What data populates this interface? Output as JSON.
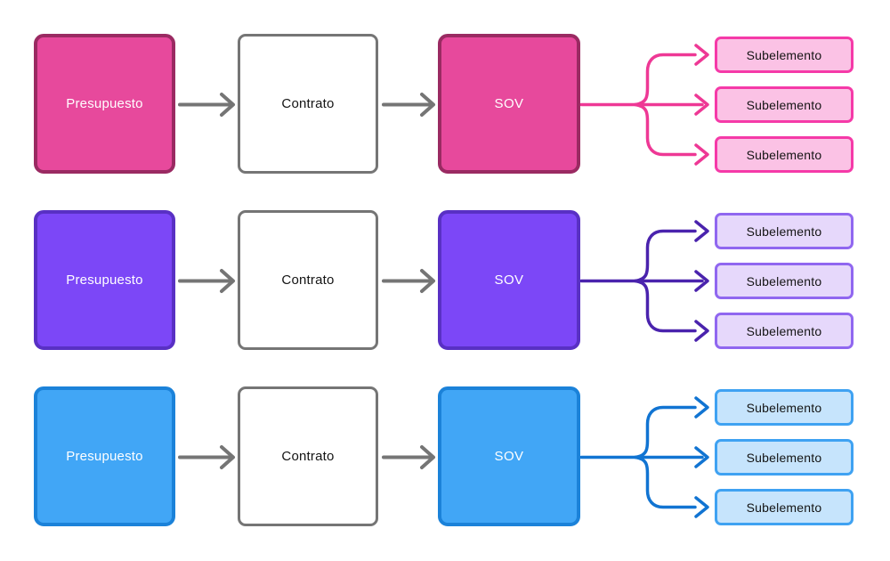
{
  "page": {
    "background": "#ffffff",
    "arrow_color": "#757575",
    "contrato_border_color": "#757575"
  },
  "diagram": {
    "rows": [
      {
        "id": "pink",
        "main_label": "Presupuesto",
        "contract_label": "Contrato",
        "sov_label": "SOV",
        "sub_labels": [
          "Subelemento",
          "Subelemento",
          "Subelemento"
        ],
        "colors": {
          "main_fill": "#E7499C",
          "main_border": "#9A2A62",
          "connector": "#EE3895",
          "sub_fill": "#FBC2E5",
          "sub_border": "#F53AA8"
        }
      },
      {
        "id": "purple",
        "main_label": "Presupuesto",
        "contract_label": "Contrato",
        "sov_label": "SOV",
        "sub_labels": [
          "Subelemento",
          "Subelemento",
          "Subelemento"
        ],
        "colors": {
          "main_fill": "#7C47F7",
          "main_border": "#5930C4",
          "connector": "#4A23AD",
          "sub_fill": "#E6D8FB",
          "sub_border": "#9067F0"
        }
      },
      {
        "id": "blue",
        "main_label": "Presupuesto",
        "contract_label": "Contrato",
        "sov_label": "SOV",
        "sub_labels": [
          "Subelemento",
          "Subelemento",
          "Subelemento"
        ],
        "colors": {
          "main_fill": "#41A6F6",
          "main_border": "#1B82D9",
          "connector": "#1174D2",
          "sub_fill": "#C6E4FC",
          "sub_border": "#3FA2F2"
        }
      }
    ]
  }
}
